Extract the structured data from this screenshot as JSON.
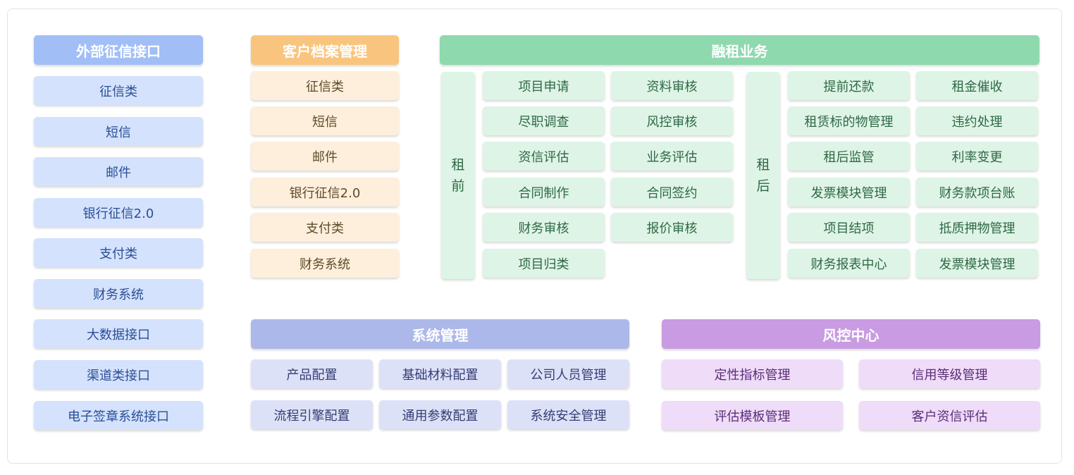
{
  "external": {
    "title": "外部征信接口",
    "items": [
      "征信类",
      "短信",
      "邮件",
      "银行征信2.0",
      "支付类",
      "财务系统",
      "大数据接口",
      "渠道类接口",
      "电子签章系统接口"
    ]
  },
  "customer": {
    "title": "客户档案管理",
    "items": [
      "征信类",
      "短信",
      "邮件",
      "银行征信2.0",
      "支付类",
      "财务系统"
    ]
  },
  "leasing": {
    "title": "融租业务",
    "pre": {
      "label": [
        "租",
        "前"
      ],
      "col1": [
        "项目申请",
        "尽职调查",
        "资信评估",
        "合同制作",
        "财务审核",
        "项目归类"
      ],
      "col2": [
        "资料审核",
        "风控审核",
        "业务评估",
        "合同签约",
        "报价审核"
      ]
    },
    "post": {
      "label": [
        "租",
        "后"
      ],
      "col1": [
        "提前还款",
        "租赁标的物管理",
        "租后监管",
        "发票模块管理",
        "项目结项",
        "财务报表中心"
      ],
      "col2": [
        "租金催收",
        "违约处理",
        "利率变更",
        "财务款项台账",
        "抵质押物管理",
        "发票模块管理"
      ]
    }
  },
  "system": {
    "title": "系统管理",
    "items": [
      "产品配置",
      "基础材料配置",
      "公司人员管理",
      "流程引擎配置",
      "通用参数配置",
      "系统安全管理"
    ]
  },
  "risk": {
    "title": "风控中心",
    "items": [
      "定性指标管理",
      "信用等级管理",
      "评估模板管理",
      "客户资信评估"
    ]
  },
  "colors": {
    "external_header": "#a1bff6",
    "external_item": "#d4e2fd",
    "customer_header": "#f9c57e",
    "customer_item": "#fdefdb",
    "leasing_header": "#8fd9ae",
    "leasing_item": "#def4e6",
    "system_header": "#acb8e9",
    "system_item": "#dde1f7",
    "risk_header": "#c99be2",
    "risk_item": "#eedcf8"
  }
}
